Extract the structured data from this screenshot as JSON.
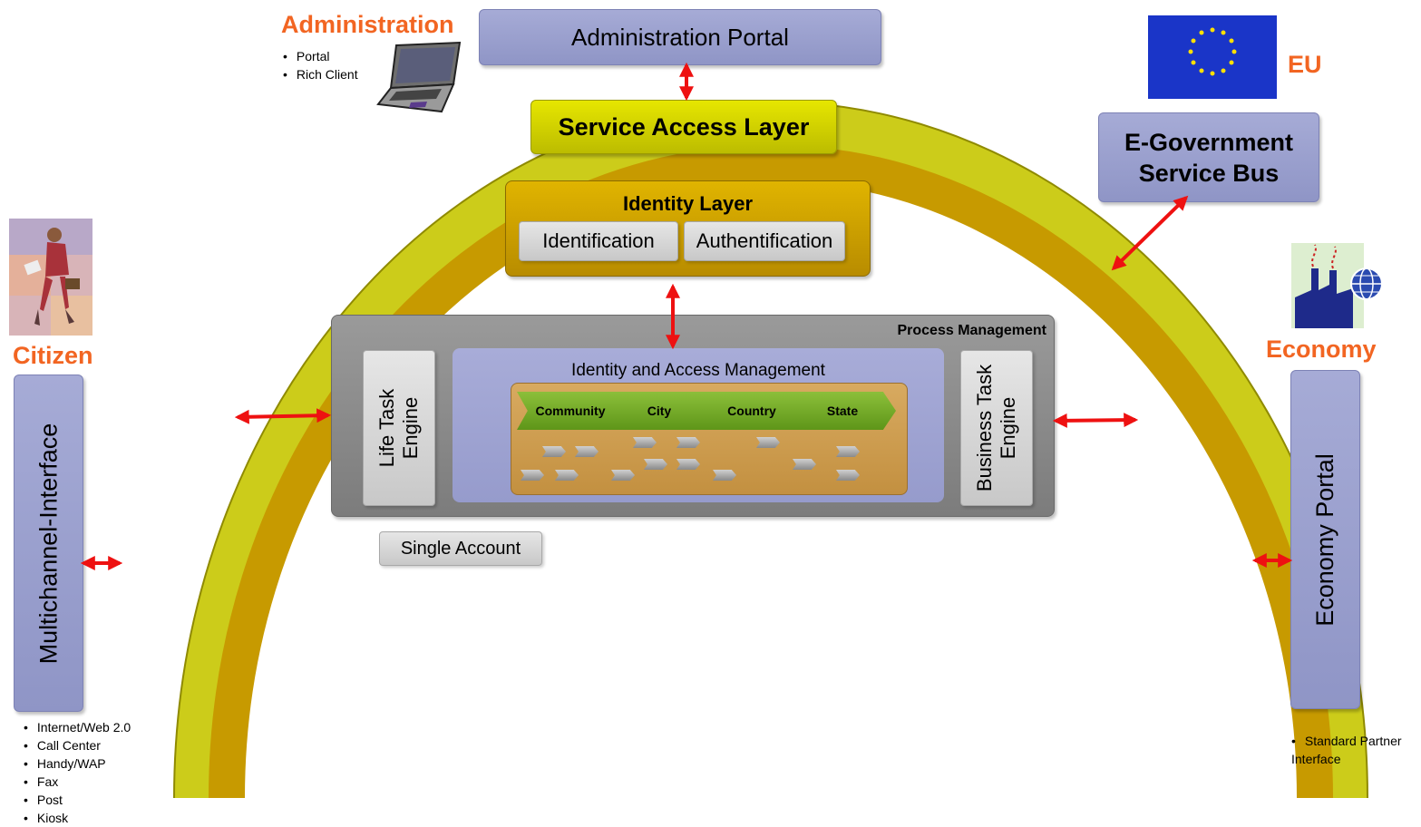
{
  "administration": {
    "title": "Administration",
    "items": [
      "Portal",
      "Rich Client"
    ]
  },
  "admin_portal": "Administration Portal",
  "service_access_layer": "Service Access Layer",
  "identity_layer": {
    "title": "Identity Layer",
    "identification": "Identification",
    "authentification": "Authentification"
  },
  "eu": "EU",
  "egov_bus": {
    "line1": "E-Government",
    "line2": "Service Bus"
  },
  "citizen": {
    "title": "Citizen",
    "interface": "Multichannel-Interface",
    "items": [
      "Internet/Web 2.0",
      "Call Center",
      "Handy/WAP",
      "Fax",
      "Post",
      "Kiosk"
    ]
  },
  "economy": {
    "title": "Economy",
    "portal": "Economy Portal",
    "items": [
      "Standard Partner Interface"
    ]
  },
  "process_management": {
    "title": "Process Management",
    "life_task_engine": {
      "line1": "Life Task",
      "line2": "Engine"
    },
    "business_task_engine": {
      "line1": "Business Task",
      "line2": "Engine"
    },
    "iam_title": "Identity and Access Management",
    "levels": [
      "Community",
      "City",
      "Country",
      "State"
    ]
  },
  "single_account": "Single Account",
  "colors": {
    "accent_orange": "#f26522",
    "arch_outer": "#c8c800",
    "arch_inner": "#c49a00",
    "arrow_red": "#ee1111",
    "lavender": "#9ba0cf",
    "eu_blue": "#1a35c8"
  }
}
